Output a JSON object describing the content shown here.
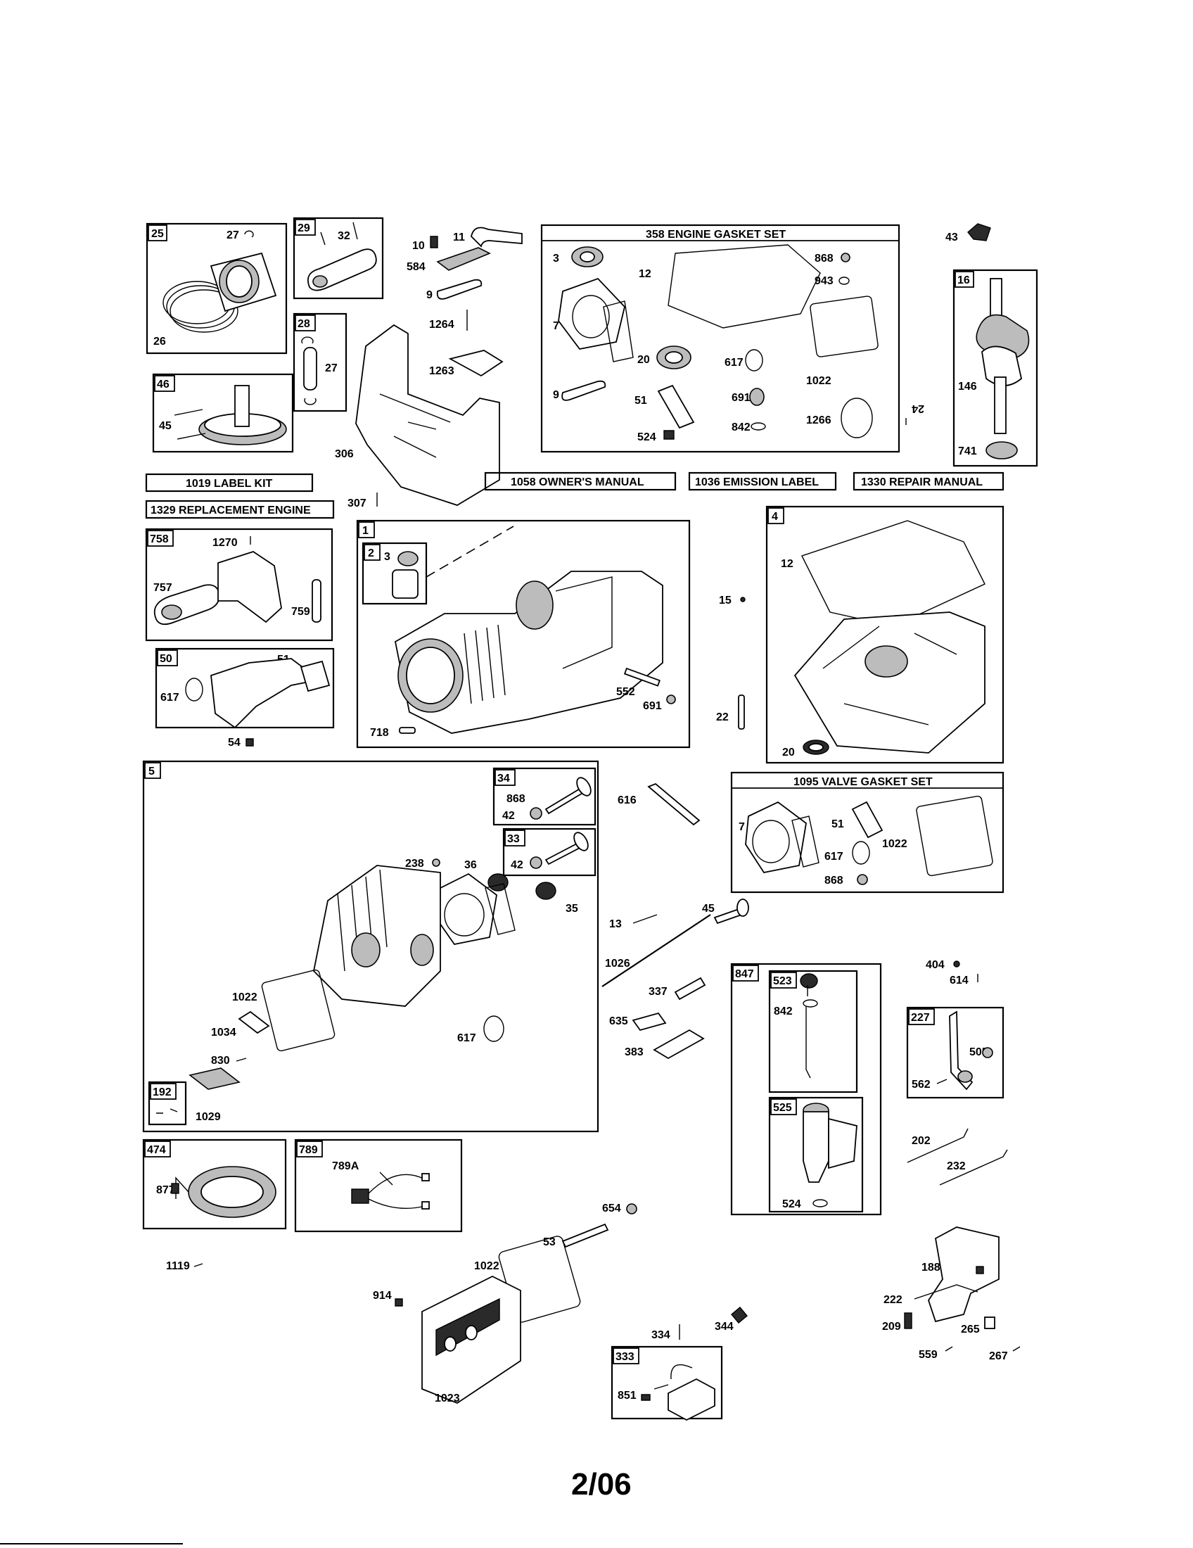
{
  "page_number": "2/06",
  "kits": {
    "k358": "358 ENGINE GASKET SET",
    "k1019": "1019 LABEL KIT",
    "k1329": "1329 REPLACEMENT ENGINE",
    "k1058": "1058 OWNER'S MANUAL",
    "k1036": "1036 EMISSION LABEL",
    "k1330": "1330 REPAIR MANUAL",
    "k1095": "1095 VALVE GASKET SET"
  },
  "tags": {
    "t25": "25",
    "t29": "29",
    "t28": "28",
    "t46": "46",
    "t16": "16",
    "t758": "758",
    "t50": "50",
    "t1": "1",
    "t2": "2",
    "t4": "4",
    "t5": "5",
    "t34": "34",
    "t33": "33",
    "t192": "192",
    "t847": "847",
    "t523": "523",
    "t525": "525",
    "t227": "227",
    "t474": "474",
    "t789": "789",
    "t333": "333"
  },
  "labels": {
    "l27a": "27",
    "l26": "26",
    "l32": "32",
    "l27b": "27",
    "l45a": "45",
    "l10": "10",
    "l11": "11",
    "l584": "584",
    "l9a": "9",
    "l1264": "1264",
    "l1263": "1263",
    "l306": "306",
    "l307": "307",
    "l3a": "3",
    "l12a": "12",
    "l868a": "868",
    "l943": "943",
    "l7a": "7",
    "l20a": "20",
    "l617a": "617",
    "l1022a": "1022",
    "l9b": "9",
    "l51a": "51",
    "l691a": "691",
    "l524a": "524",
    "l842a": "842",
    "l1266": "1266",
    "l43": "43",
    "l24": "24",
    "l146": "146",
    "l741": "741",
    "l1270": "1270",
    "l757": "757",
    "l759": "759",
    "l51b": "51",
    "l617b": "617",
    "l54": "54",
    "l3b": "3",
    "l552": "552",
    "l691b": "691",
    "l718": "718",
    "l12b": "12",
    "l15": "15",
    "l22": "22",
    "l20b": "20",
    "l868b": "868",
    "l42a": "42",
    "l42b": "42",
    "l238": "238",
    "l36": "36",
    "l7b": "7",
    "l35": "35",
    "l1022b": "1022",
    "l1034": "1034",
    "l830": "830",
    "l1029": "1029",
    "l617c": "617",
    "l616": "616",
    "l7c": "7",
    "l51c": "51",
    "l1022c": "1022",
    "l617d": "617",
    "l868c": "868",
    "l13": "13",
    "l45b": "45",
    "l1026": "1026",
    "l337": "337",
    "l635": "635",
    "l383": "383",
    "l842b": "842",
    "l524b": "524",
    "l404": "404",
    "l614": "614",
    "l505": "505",
    "l562": "562",
    "l202": "202",
    "l232": "232",
    "l877": "877",
    "l789A": "789A",
    "l1119": "1119",
    "l654": "654",
    "l53": "53",
    "l1022d": "1022",
    "l914": "914",
    "l1023": "1023",
    "l334": "334",
    "l344": "344",
    "l851": "851",
    "l188": "188",
    "l222": "222",
    "l209": "209",
    "l265": "265",
    "l559": "559",
    "l267": "267"
  },
  "icons": [
    "piston-icon",
    "connecting-rod-icon",
    "crankshaft-icon",
    "cylinder-block-icon",
    "sump-icon",
    "cylinder-head-icon",
    "valve-icon",
    "gasket-icon",
    "spring-icon",
    "seal-icon",
    "bolt-icon",
    "armature-icon",
    "wire-harness-icon",
    "valve-cover-icon",
    "dipstick-icon",
    "control-bracket-icon"
  ]
}
